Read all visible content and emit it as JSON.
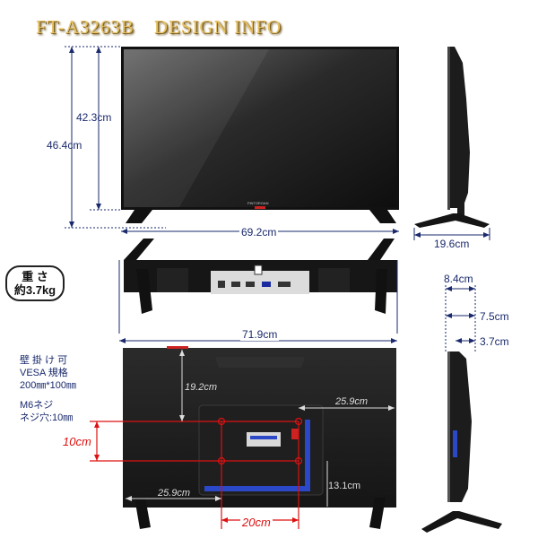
{
  "title": "FT-A3263B　DESIGN INFO",
  "front": {
    "brand": "FINTORGAN",
    "width": "69.2cm",
    "screen_height": "42.3cm",
    "total_height": "46.4cm"
  },
  "side": {
    "depth": "19.6cm"
  },
  "weight": {
    "line1": "重 さ",
    "line2": "約3.7kg"
  },
  "top_view": {
    "width": "71.9cm"
  },
  "side_thin": {
    "depth_total": "8.4cm",
    "depth_mid": "7.5cm",
    "depth_min": "3.7cm"
  },
  "mount_info": {
    "line1": "壁 掛 け 可",
    "line2": "VESA 規格",
    "line3": "200㎜*100㎜",
    "line4": "M6ネジ",
    "line5": "ネジ穴:10㎜"
  },
  "back": {
    "top_to_vesa": "19.2cm",
    "right_offset": "25.9cm",
    "left_offset": "25.9cm",
    "bottom_offset": "13.1cm",
    "vesa_h": "10cm",
    "vesa_w": "20cm"
  },
  "colors": {
    "dim_line": "#1a2a6c",
    "gold": "#e8c061",
    "red": "#dd1111"
  }
}
